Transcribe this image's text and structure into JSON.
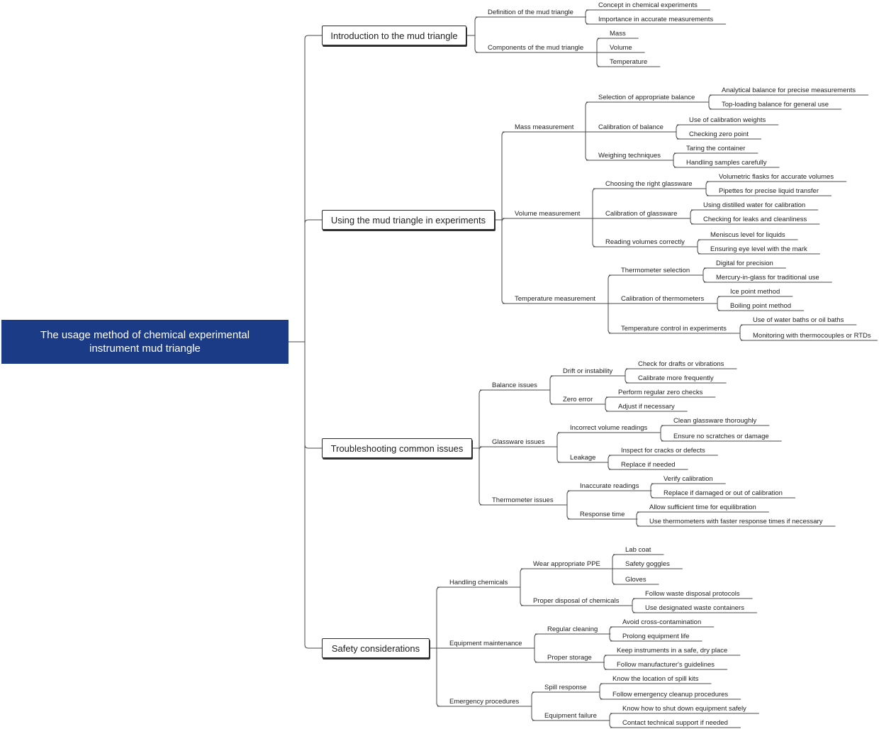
{
  "root": "The usage method of chemical experimental instrument mud triangle",
  "branches": [
    {
      "label": "Introduction to the mud triangle",
      "children": [
        {
          "label": "Definition of the mud triangle",
          "children": [
            {
              "label": "Concept in chemical experiments"
            },
            {
              "label": "Importance in accurate measurements"
            }
          ]
        },
        {
          "label": "Components of the mud triangle",
          "children": [
            {
              "label": "Mass"
            },
            {
              "label": "Volume"
            },
            {
              "label": "Temperature"
            }
          ]
        }
      ]
    },
    {
      "label": "Using the mud triangle in experiments",
      "children": [
        {
          "label": "Mass measurement",
          "children": [
            {
              "label": "Selection of appropriate balance",
              "children": [
                {
                  "label": "Analytical balance for precise measurements"
                },
                {
                  "label": "Top-loading balance for general use"
                }
              ]
            },
            {
              "label": "Calibration of balance",
              "children": [
                {
                  "label": "Use of calibration weights"
                },
                {
                  "label": "Checking zero point"
                }
              ]
            },
            {
              "label": "Weighing techniques",
              "children": [
                {
                  "label": "Taring the container"
                },
                {
                  "label": "Handling samples carefully"
                }
              ]
            }
          ]
        },
        {
          "label": "Volume measurement",
          "children": [
            {
              "label": "Choosing the right glassware",
              "children": [
                {
                  "label": "Volumetric flasks for accurate volumes"
                },
                {
                  "label": "Pipettes for precise liquid transfer"
                }
              ]
            },
            {
              "label": "Calibration of glassware",
              "children": [
                {
                  "label": "Using distilled water for calibration"
                },
                {
                  "label": "Checking for leaks and cleanliness"
                }
              ]
            },
            {
              "label": "Reading volumes correctly",
              "children": [
                {
                  "label": "Meniscus level for liquids"
                },
                {
                  "label": "Ensuring eye level with the mark"
                }
              ]
            }
          ]
        },
        {
          "label": "Temperature measurement",
          "children": [
            {
              "label": "Thermometer selection",
              "children": [
                {
                  "label": "Digital for precision"
                },
                {
                  "label": "Mercury-in-glass for traditional use"
                }
              ]
            },
            {
              "label": "Calibration of thermometers",
              "children": [
                {
                  "label": "Ice point method"
                },
                {
                  "label": "Boiling point method"
                }
              ]
            },
            {
              "label": "Temperature control in experiments",
              "children": [
                {
                  "label": "Use of water baths or oil baths"
                },
                {
                  "label": "Monitoring with thermocouples or RTDs"
                }
              ]
            }
          ]
        }
      ]
    },
    {
      "label": "Troubleshooting common issues",
      "children": [
        {
          "label": "Balance issues",
          "children": [
            {
              "label": "Drift or instability",
              "children": [
                {
                  "label": "Check for drafts or vibrations"
                },
                {
                  "label": "Calibrate more frequently"
                }
              ]
            },
            {
              "label": "Zero error",
              "children": [
                {
                  "label": "Perform regular zero checks"
                },
                {
                  "label": "Adjust if necessary"
                }
              ]
            }
          ]
        },
        {
          "label": "Glassware issues",
          "children": [
            {
              "label": "Incorrect volume readings",
              "children": [
                {
                  "label": "Clean glassware thoroughly"
                },
                {
                  "label": "Ensure no scratches or damage"
                }
              ]
            },
            {
              "label": "Leakage",
              "children": [
                {
                  "label": "Inspect for cracks or defects"
                },
                {
                  "label": "Replace if needed"
                }
              ]
            }
          ]
        },
        {
          "label": "Thermometer issues",
          "children": [
            {
              "label": "Inaccurate readings",
              "children": [
                {
                  "label": "Verify calibration"
                },
                {
                  "label": "Replace if damaged or out of calibration"
                }
              ]
            },
            {
              "label": "Response time",
              "children": [
                {
                  "label": "Allow sufficient time for equilibration"
                },
                {
                  "label": "Use thermometers with faster response times if necessary"
                }
              ]
            }
          ]
        }
      ]
    },
    {
      "label": "Safety considerations",
      "children": [
        {
          "label": "Handling chemicals",
          "children": [
            {
              "label": "Wear appropriate PPE",
              "children": [
                {
                  "label": "Lab coat"
                },
                {
                  "label": "Safety goggles"
                },
                {
                  "label": "Gloves"
                }
              ]
            },
            {
              "label": "Proper disposal of chemicals",
              "children": [
                {
                  "label": "Follow waste disposal protocols"
                },
                {
                  "label": "Use designated waste containers"
                }
              ]
            }
          ]
        },
        {
          "label": "Equipment maintenance",
          "children": [
            {
              "label": "Regular cleaning",
              "children": [
                {
                  "label": "Avoid cross-contamination"
                },
                {
                  "label": "Prolong equipment life"
                }
              ]
            },
            {
              "label": "Proper storage",
              "children": [
                {
                  "label": "Keep instruments in a safe, dry place"
                },
                {
                  "label": "Follow manufacturer's guidelines"
                }
              ]
            }
          ]
        },
        {
          "label": "Emergency procedures",
          "children": [
            {
              "label": "Spill response",
              "children": [
                {
                  "label": "Know the location of spill kits"
                },
                {
                  "label": "Follow emergency cleanup procedures"
                }
              ]
            },
            {
              "label": "Equipment failure",
              "children": [
                {
                  "label": "Know how to shut down equipment safely"
                },
                {
                  "label": "Contact technical support if needed"
                }
              ]
            }
          ]
        }
      ]
    }
  ]
}
